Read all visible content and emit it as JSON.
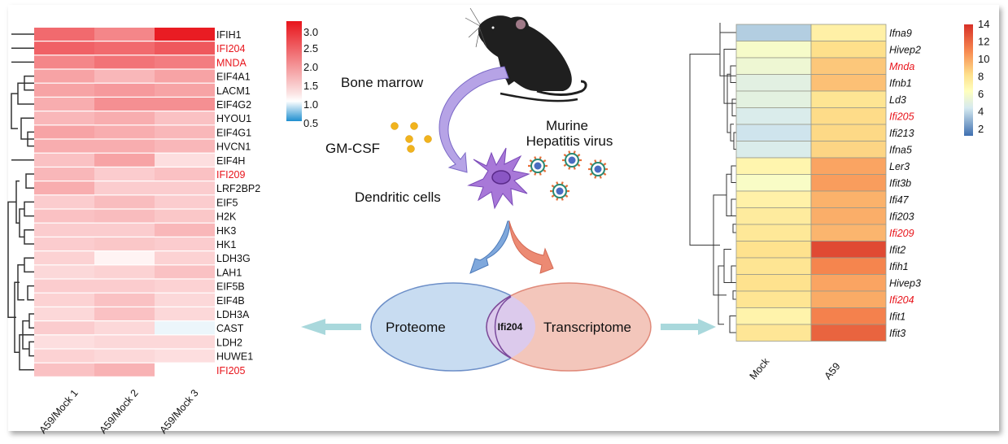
{
  "chart_data": [
    {
      "type": "heatmap",
      "title": "Proteome",
      "columns": [
        "A59/Mock 1",
        "A59/Mock 2",
        "A59/Mock 3"
      ],
      "rows": [
        {
          "label": "IFIH1",
          "highlight": false,
          "values": [
            2.2,
            1.9,
            3.1
          ]
        },
        {
          "label": "IFI204",
          "highlight": true,
          "values": [
            2.3,
            2.2,
            2.4
          ]
        },
        {
          "label": "MNDA",
          "highlight": true,
          "values": [
            1.9,
            2.1,
            2.0
          ]
        },
        {
          "label": "EIF4A1",
          "highlight": false,
          "values": [
            1.6,
            1.4,
            1.6
          ]
        },
        {
          "label": "LACM1",
          "highlight": false,
          "values": [
            1.6,
            1.7,
            1.6
          ]
        },
        {
          "label": "EIF4G2",
          "highlight": false,
          "values": [
            1.5,
            1.8,
            1.8
          ]
        },
        {
          "label": "HYOU1",
          "highlight": false,
          "values": [
            1.4,
            1.5,
            1.3
          ]
        },
        {
          "label": "EIF4G1",
          "highlight": false,
          "values": [
            1.6,
            1.5,
            1.4
          ]
        },
        {
          "label": "HVCN1",
          "highlight": false,
          "values": [
            1.5,
            1.5,
            1.4
          ]
        },
        {
          "label": "EIF4H",
          "highlight": false,
          "values": [
            1.3,
            1.6,
            1.05
          ]
        },
        {
          "label": "IFI209",
          "highlight": true,
          "values": [
            1.4,
            1.2,
            1.3
          ]
        },
        {
          "label": "LRF2BP2",
          "highlight": false,
          "values": [
            1.5,
            1.2,
            1.2
          ]
        },
        {
          "label": "EIF5",
          "highlight": false,
          "values": [
            1.2,
            1.35,
            1.2
          ]
        },
        {
          "label": "H2K",
          "highlight": false,
          "values": [
            1.3,
            1.35,
            1.25
          ]
        },
        {
          "label": "HK3",
          "highlight": false,
          "values": [
            1.2,
            1.2,
            1.4
          ]
        },
        {
          "label": "HK1",
          "highlight": false,
          "values": [
            1.2,
            1.25,
            1.2
          ]
        },
        {
          "label": "LDH3G",
          "highlight": false,
          "values": [
            1.15,
            0.9,
            1.15
          ]
        },
        {
          "label": "LAH1",
          "highlight": false,
          "values": [
            1.1,
            1.15,
            1.3
          ]
        },
        {
          "label": "EIF5B",
          "highlight": false,
          "values": [
            1.2,
            1.2,
            1.15
          ]
        },
        {
          "label": "EIF4B",
          "highlight": false,
          "values": [
            1.15,
            1.3,
            1.1
          ]
        },
        {
          "label": "LDH3A",
          "highlight": false,
          "values": [
            1.1,
            1.3,
            1.1
          ]
        },
        {
          "label": "CAST",
          "highlight": false,
          "values": [
            1.2,
            1.1,
            0.85
          ]
        },
        {
          "label": "LDH2",
          "highlight": false,
          "values": [
            1.05,
            1.1,
            1.1
          ]
        },
        {
          "label": "HUWE1",
          "highlight": false,
          "values": [
            1.15,
            1.1,
            1.05
          ]
        },
        {
          "label": "IFI205",
          "highlight": true,
          "values": [
            1.3,
            1.45,
            null
          ]
        }
      ],
      "colorbar": {
        "ticks": [
          "3.0",
          "2.5",
          "2.0",
          "1.5",
          "1.0",
          "0.5"
        ],
        "range": [
          0.3,
          3.2
        ],
        "low_color": "#1f8fcf",
        "mid_color": "#ffffff",
        "high_color": "#e8141b",
        "mid_value": 0.9
      }
    },
    {
      "type": "heatmap",
      "title": "Transcriptome",
      "columns": [
        "Mock",
        "A59"
      ],
      "rows": [
        {
          "label": "Ifna9",
          "highlight": false,
          "values": [
            4.0,
            8.3
          ]
        },
        {
          "label": "Hivep2",
          "highlight": false,
          "values": [
            6.8,
            9.3
          ]
        },
        {
          "label": "Mnda",
          "highlight": true,
          "values": [
            6.3,
            10.0
          ]
        },
        {
          "label": "Ifnb1",
          "highlight": false,
          "values": [
            5.5,
            10.2
          ]
        },
        {
          "label": "Ld3",
          "highlight": false,
          "values": [
            5.6,
            9.0
          ]
        },
        {
          "label": "Ifi205",
          "highlight": true,
          "values": [
            5.0,
            9.4
          ]
        },
        {
          "label": "Ifi213",
          "highlight": false,
          "values": [
            4.6,
            9.5
          ]
        },
        {
          "label": "Ifna5",
          "highlight": false,
          "values": [
            5.0,
            9.6
          ]
        },
        {
          "label": "Ler3",
          "highlight": false,
          "values": [
            8.0,
            11.0
          ]
        },
        {
          "label": "Ifit3b",
          "highlight": false,
          "values": [
            7.0,
            11.2
          ]
        },
        {
          "label": "Ifi47",
          "highlight": false,
          "values": [
            8.2,
            10.6
          ]
        },
        {
          "label": "Ifi203",
          "highlight": false,
          "values": [
            8.6,
            10.7
          ]
        },
        {
          "label": "Ifi209",
          "highlight": true,
          "values": [
            8.8,
            10.5
          ]
        },
        {
          "label": "Ifit2",
          "highlight": false,
          "values": [
            9.2,
            13.7
          ]
        },
        {
          "label": "Ifih1",
          "highlight": false,
          "values": [
            9.0,
            11.9
          ]
        },
        {
          "label": "Hivep3",
          "highlight": false,
          "values": [
            9.2,
            11.0
          ]
        },
        {
          "label": "Ifi204",
          "highlight": true,
          "values": [
            9.0,
            10.8
          ]
        },
        {
          "label": "Ifit1",
          "highlight": false,
          "values": [
            8.1,
            12.0
          ]
        },
        {
          "label": "Ifit3",
          "highlight": false,
          "values": [
            8.9,
            12.9
          ]
        }
      ],
      "colorbar": {
        "ticks": [
          "14",
          "12",
          "10",
          "8",
          "6",
          "4",
          "2"
        ],
        "range": [
          1.5,
          14.5
        ]
      }
    }
  ],
  "diagram": {
    "bone_marrow": "Bone marrow",
    "gm_csf": "GM-CSF",
    "virus_line1": "Murine",
    "virus_line2": "Hepatitis virus",
    "dendritic_cells": "Dendritic cells",
    "proteome": "Proteome",
    "transcriptome": "Transcriptome",
    "overlap": "Ifi204"
  },
  "colors": {
    "highlight_text": "#e8141b",
    "proteome_fill": "#c8dcf1",
    "proteome_stroke": "#6d8fc8",
    "transcriptome_fill": "#f3c6bb",
    "transcriptome_stroke": "#e08a7a",
    "overlap_fill": "#dccaec",
    "overlap_stroke": "#7a4a9c",
    "side_arrow": "#a9d8dc",
    "bm_arrow": "#b6a3e6",
    "dc_body": "#a878d8"
  }
}
